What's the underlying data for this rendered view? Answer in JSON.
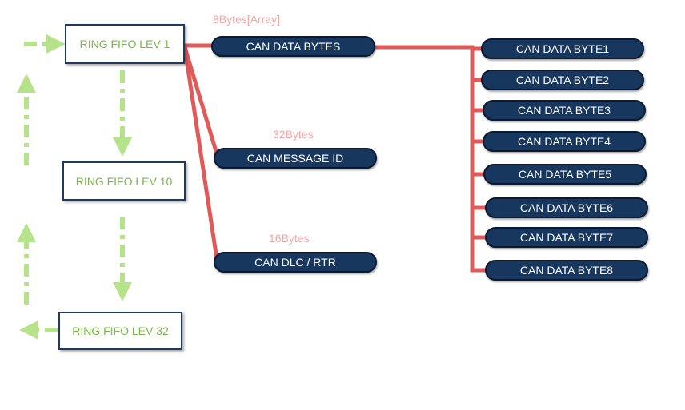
{
  "fifo_levels": [
    {
      "label": "RING FIFO LEV 1"
    },
    {
      "label": "RING FIFO LEV 10"
    },
    {
      "label": "RING FIFO LEV 32"
    }
  ],
  "fields": {
    "data_bytes": {
      "label": "CAN DATA BYTES",
      "size": "8Bytes[Array]"
    },
    "message_id": {
      "label": "CAN MESSAGE ID",
      "size": "32Bytes"
    },
    "dlc_rtr": {
      "label": "CAN DLC / RTR",
      "size": "16Bytes"
    }
  },
  "data_bytes": [
    {
      "label": "CAN DATA BYTE1"
    },
    {
      "label": "CAN DATA BYTE2"
    },
    {
      "label": "CAN DATA BYTE3"
    },
    {
      "label": "CAN DATA BYTE4"
    },
    {
      "label": "CAN DATA BYTE5"
    },
    {
      "label": "CAN DATA BYTE6"
    },
    {
      "label": "CAN DATA BYTE7"
    },
    {
      "label": "CAN DATA BYTE8"
    }
  ],
  "colors": {
    "connector": "#e05a5a",
    "flow_arrow": "#b6e38a",
    "pill_fill": "#17375e",
    "box_border": "#1f3864",
    "box_text": "#7ab648",
    "size_label": "#f4a6a6"
  }
}
